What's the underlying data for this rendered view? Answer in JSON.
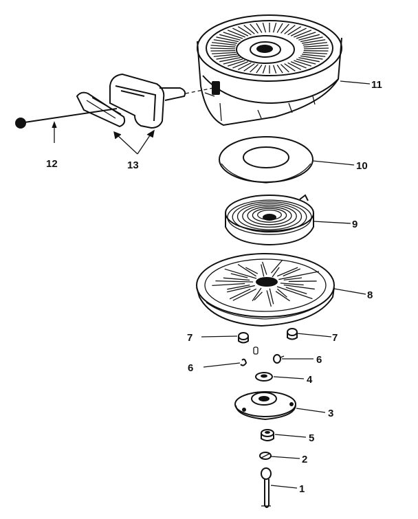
{
  "callouts": {
    "c1": "1",
    "c2": "2",
    "c3": "3",
    "c4": "4",
    "c5": "5",
    "c6_left": "6",
    "c6_right": "6",
    "c7_left": "7",
    "c7_right": "7",
    "c8": "8",
    "c9": "9",
    "c10": "10",
    "c11": "11",
    "c12": "12",
    "c13": "13"
  }
}
